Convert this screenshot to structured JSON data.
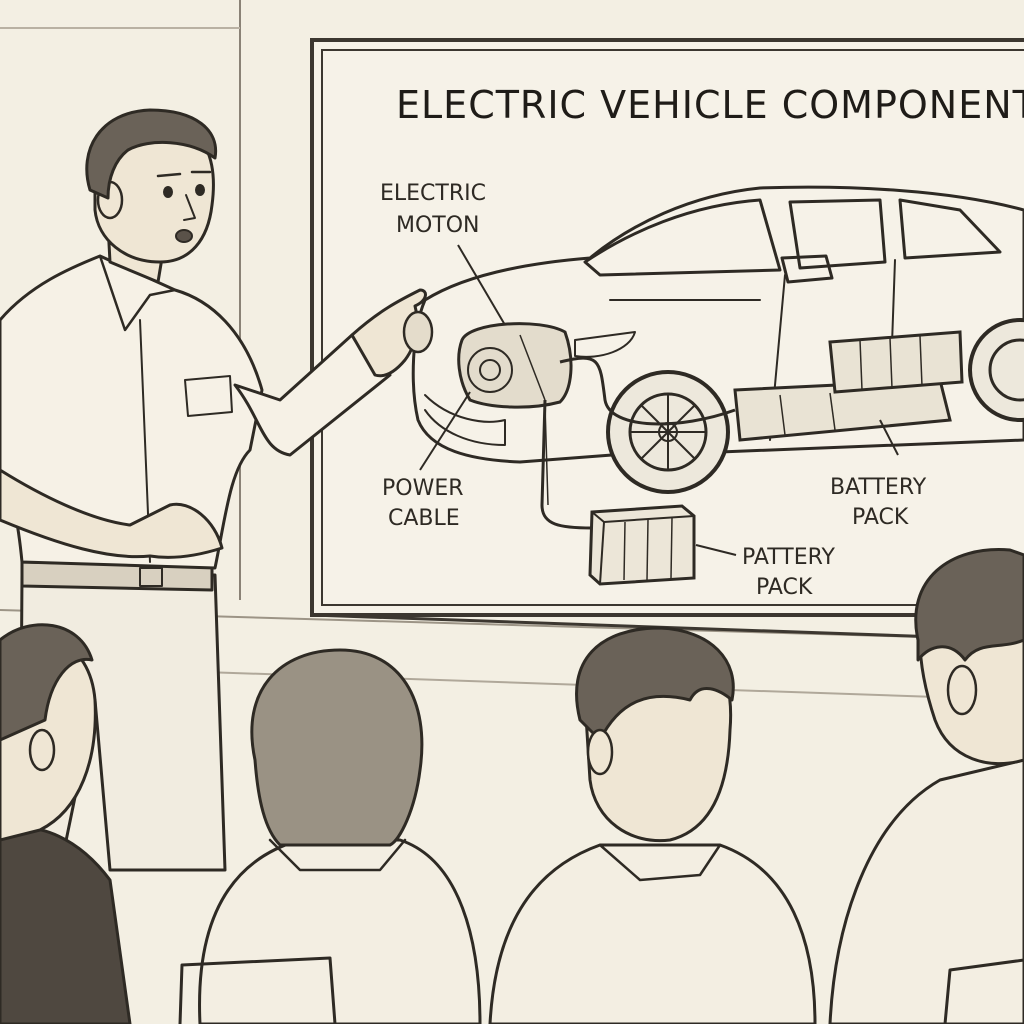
{
  "board": {
    "title": "ELECTRIC VEHICLE COMPONENT",
    "labels": {
      "motor_line1": "ELECTRIC",
      "motor_line2": "MOTON",
      "cable_line1": "POWER",
      "cable_line2": "CABLE",
      "battery_line1": "BATTERY",
      "battery_line2": "PACK",
      "box_line1": "PATTERY",
      "box_line2": "PACK"
    }
  },
  "palette": {
    "paper": "#f3efe3",
    "ink": "#2e2a24",
    "hair": "#6a6258",
    "skin": "#efe6d4"
  }
}
